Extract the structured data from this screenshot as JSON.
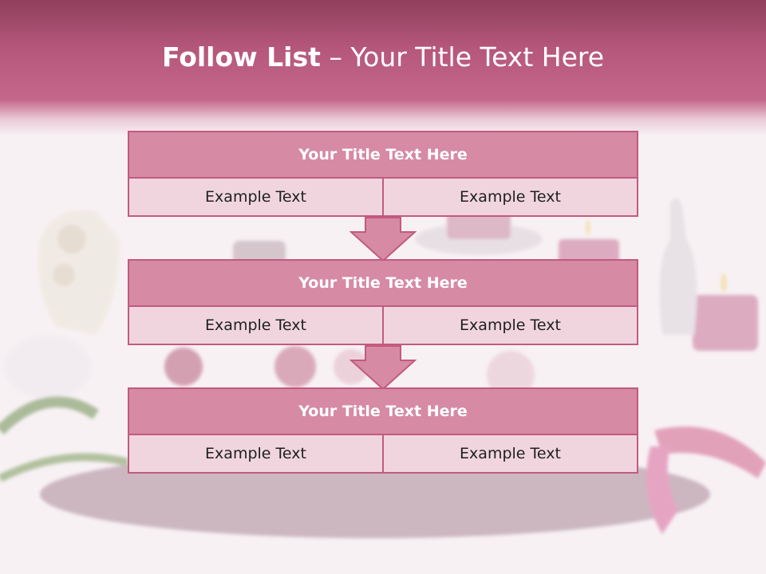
{
  "slide": {
    "title_bold": "Follow List",
    "title_rest": " – Your Title Text Here"
  },
  "steps": [
    {
      "title": "Your Title Text Here",
      "left": "Example Text",
      "right": "Example Text"
    },
    {
      "title": "Your Title Text Here",
      "left": "Example Text",
      "right": "Example Text"
    },
    {
      "title": "Your Title Text Here",
      "left": "Example Text",
      "right": "Example Text"
    }
  ],
  "colors": {
    "header": "#c5678a",
    "box_border": "#c25a80",
    "box_head": "#d68aa3",
    "box_cell": "#f0d5df"
  }
}
